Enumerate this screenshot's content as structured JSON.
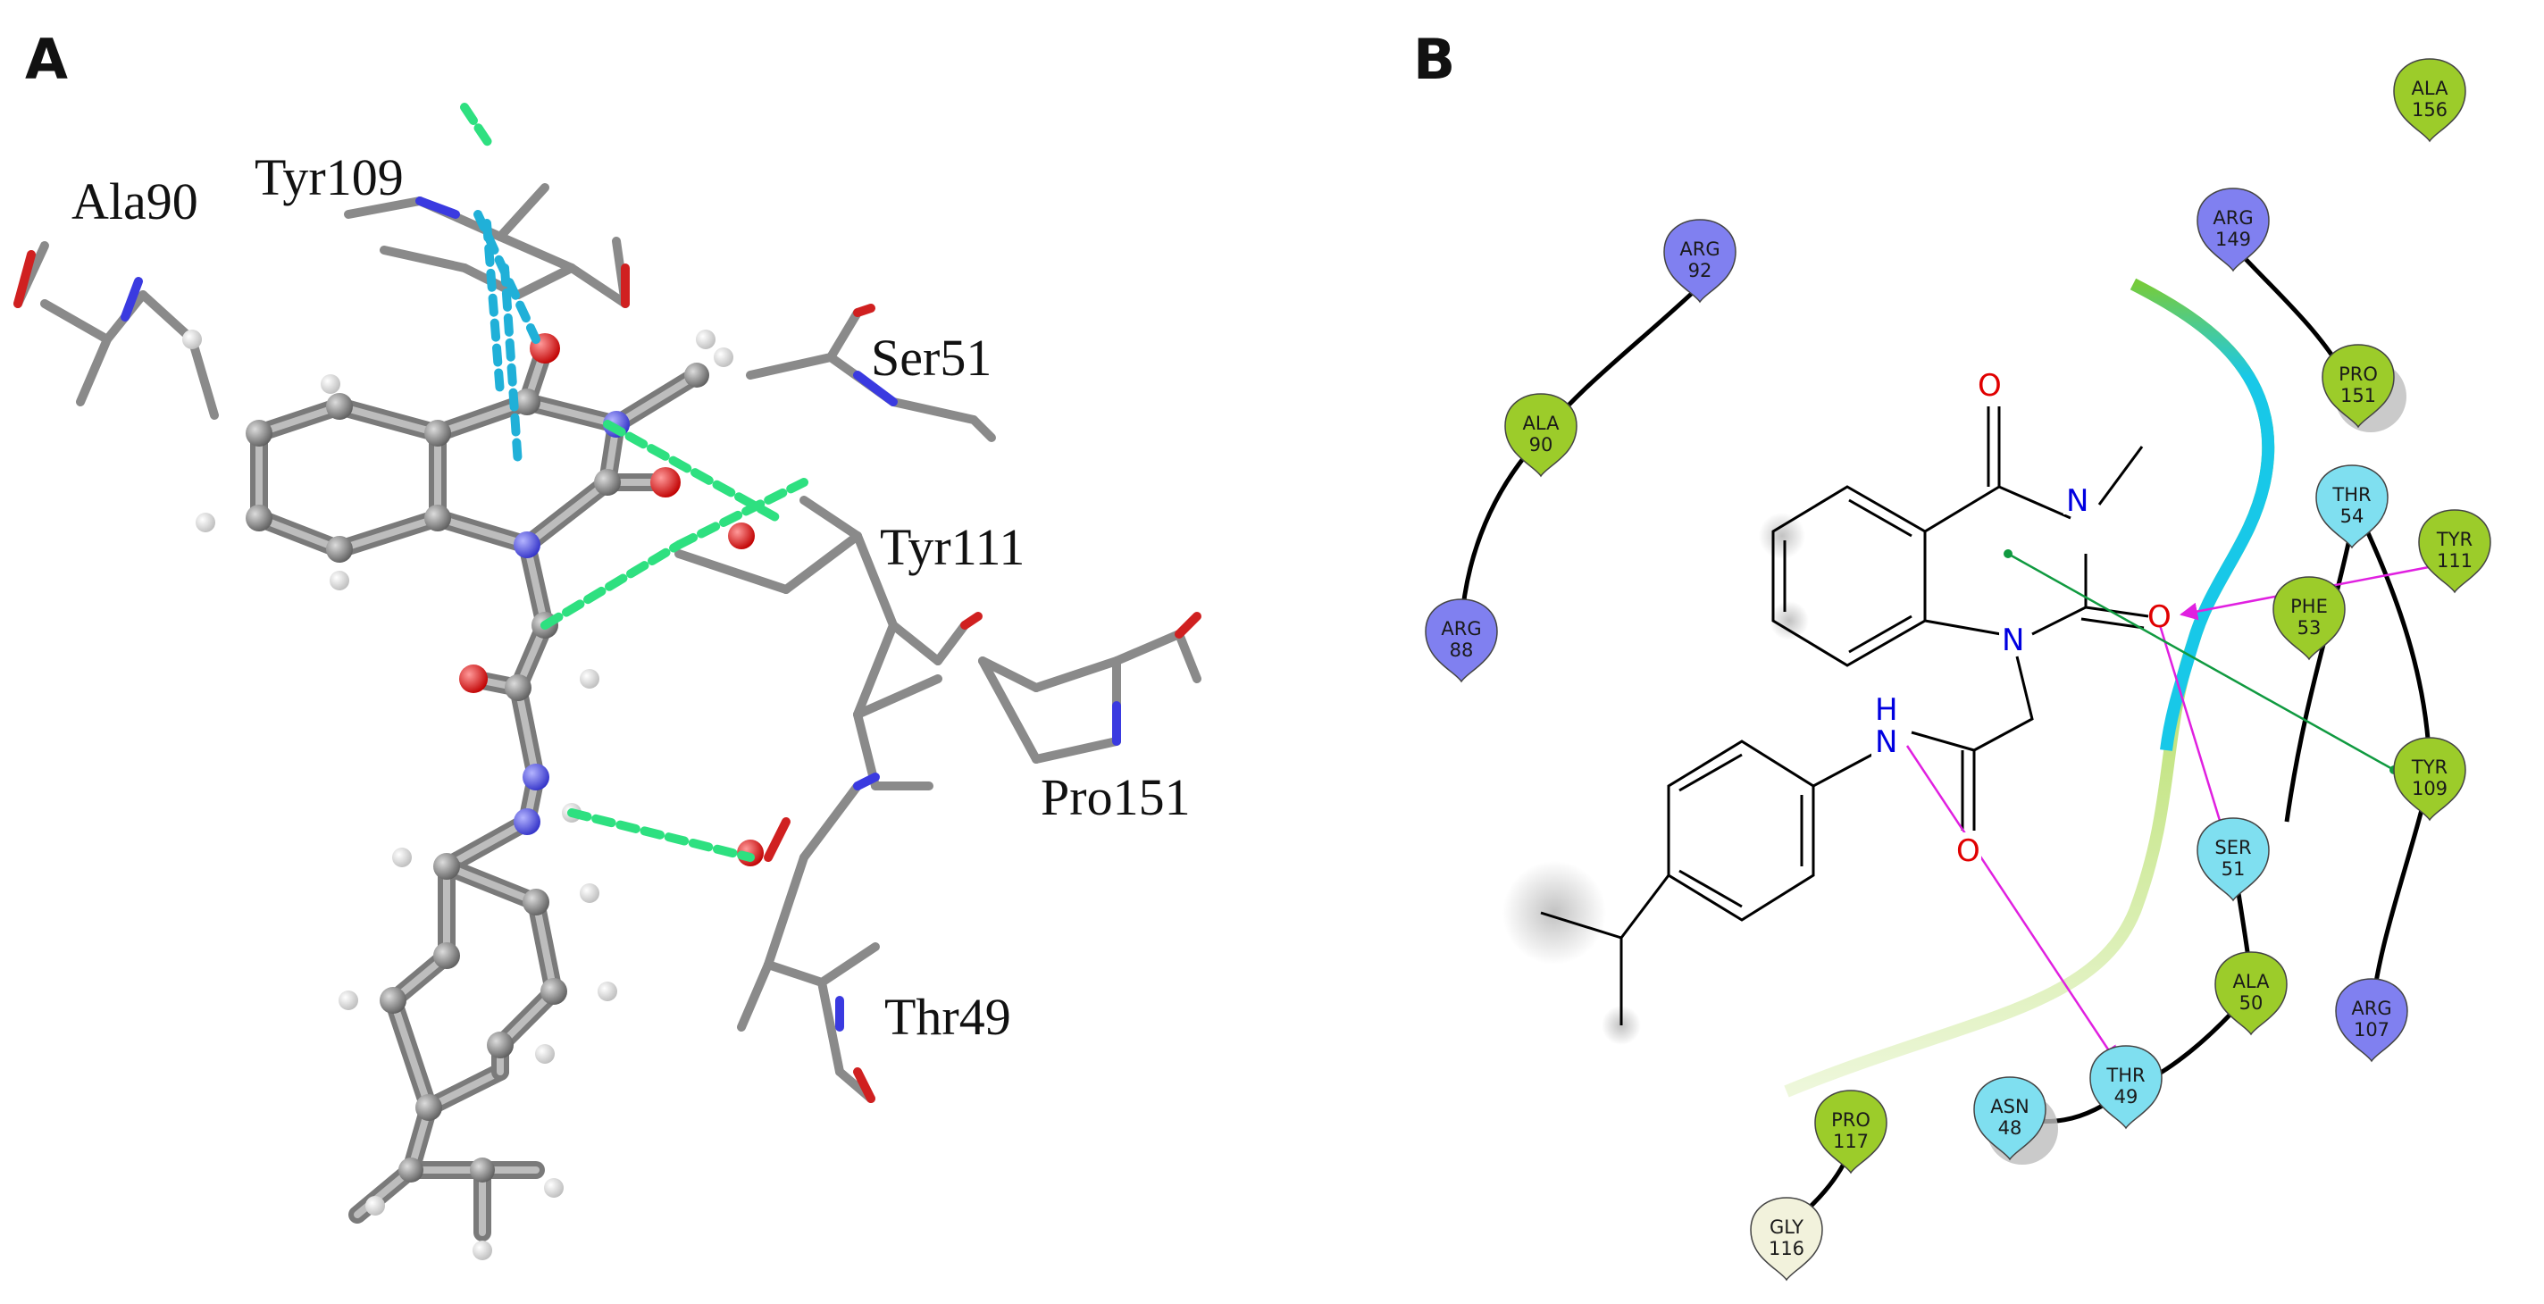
{
  "panels": {
    "a_label": "A",
    "b_label": "B"
  },
  "panel_a": {
    "residue_labels": [
      "Ala90",
      "Tyr109",
      "Ser51",
      "Tyr111",
      "Pro151",
      "Thr49"
    ]
  },
  "panel_b": {
    "atom_labels": {
      "o_top": "O",
      "n_right": "N",
      "o_right": "O",
      "n_ring": "N",
      "nh_n": "N",
      "nh_h": "H",
      "o_amide": "O"
    },
    "residues": [
      {
        "name": "ALA",
        "num": "156",
        "type": "hydrophobic"
      },
      {
        "name": "ARG",
        "num": "92",
        "type": "positive"
      },
      {
        "name": "ARG",
        "num": "149",
        "type": "positive"
      },
      {
        "name": "PRO",
        "num": "151",
        "type": "hydrophobic"
      },
      {
        "name": "ALA",
        "num": "90",
        "type": "hydrophobic"
      },
      {
        "name": "THR",
        "num": "54",
        "type": "polar"
      },
      {
        "name": "TYR",
        "num": "111",
        "type": "hydrophobic"
      },
      {
        "name": "PHE",
        "num": "53",
        "type": "hydrophobic"
      },
      {
        "name": "ARG",
        "num": "88",
        "type": "positive"
      },
      {
        "name": "TYR",
        "num": "109",
        "type": "hydrophobic"
      },
      {
        "name": "SER",
        "num": "51",
        "type": "polar"
      },
      {
        "name": "ALA",
        "num": "50",
        "type": "hydrophobic"
      },
      {
        "name": "ARG",
        "num": "107",
        "type": "positive"
      },
      {
        "name": "THR",
        "num": "49",
        "type": "polar"
      },
      {
        "name": "ASN",
        "num": "48",
        "type": "polar"
      },
      {
        "name": "PRO",
        "num": "117",
        "type": "hydrophobic"
      },
      {
        "name": "GLY",
        "num": "116",
        "type": "glycine"
      }
    ],
    "colors": {
      "hydrophobic": "#9ccc2a",
      "positive": "#8080f0",
      "polar": "#7fdff0",
      "glycine": "#f2f2dc",
      "hbond": "#e020e0",
      "pi_stack": "#109a40",
      "solvent_cyan": "#18c8e8",
      "solvent_green": "#8ccc10"
    }
  }
}
